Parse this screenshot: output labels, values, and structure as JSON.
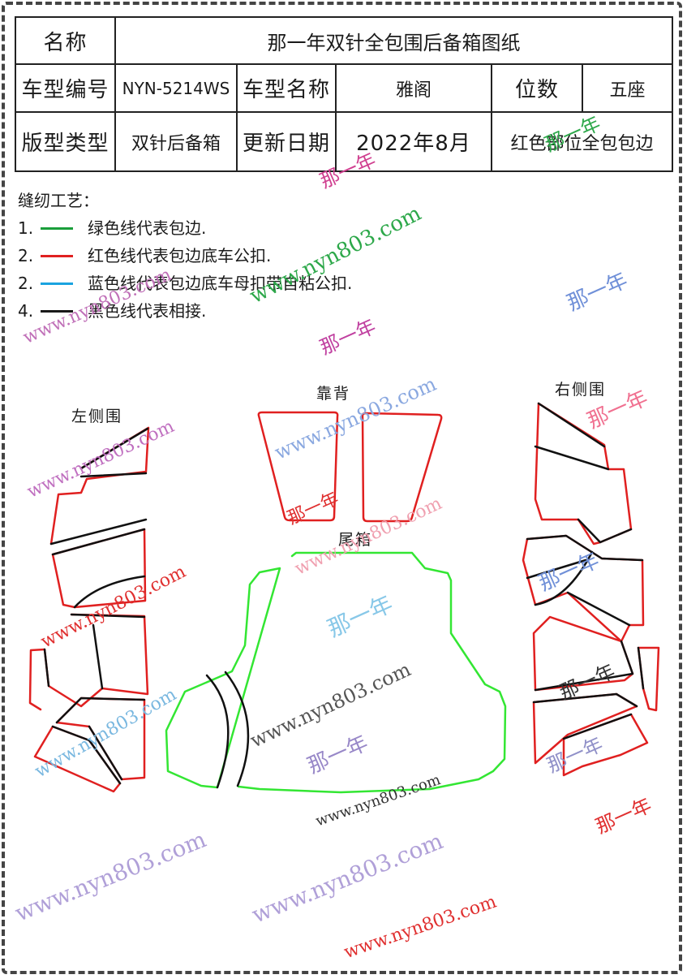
{
  "table": {
    "name_label": "名称",
    "name_value": "那一年双针全包围后备箱图纸",
    "model_no_label": "车型编号",
    "model_no_value": "NYN-5214WS",
    "model_name_label": "车型名称",
    "model_name_value": "雅阁",
    "seats_label": "位数",
    "seats_value": "五座",
    "type_label": "版型类型",
    "type_value": "双针后备箱",
    "date_label": "更新日期",
    "date_value": "2022年8月",
    "note_value": "红色部位全包包边"
  },
  "legend": {
    "title": "缝纫工艺：",
    "items": [
      {
        "num": "1.",
        "color": "#1a9e3a",
        "text": "绿色线代表包边."
      },
      {
        "num": "2.",
        "color": "#e02020",
        "text": "红色线代表包边底车公扣."
      },
      {
        "num": "2.",
        "color": "#1aa3e0",
        "text": "蓝色线代表包边底车母扣带自粘公扣."
      },
      {
        "num": "4.",
        "color": "#1a1a1a",
        "text": "黑色线代表相接."
      }
    ]
  },
  "parts": {
    "left_side": "左侧围",
    "backrest": "靠背",
    "right_side": "右侧围",
    "trunk": "尾箱"
  },
  "watermarks": {
    "site": "www.nyn803.com",
    "brand": "那一年"
  },
  "colors": {
    "edge_red": "#e02020",
    "edge_green": "#33e633",
    "join_black": "#111111"
  }
}
